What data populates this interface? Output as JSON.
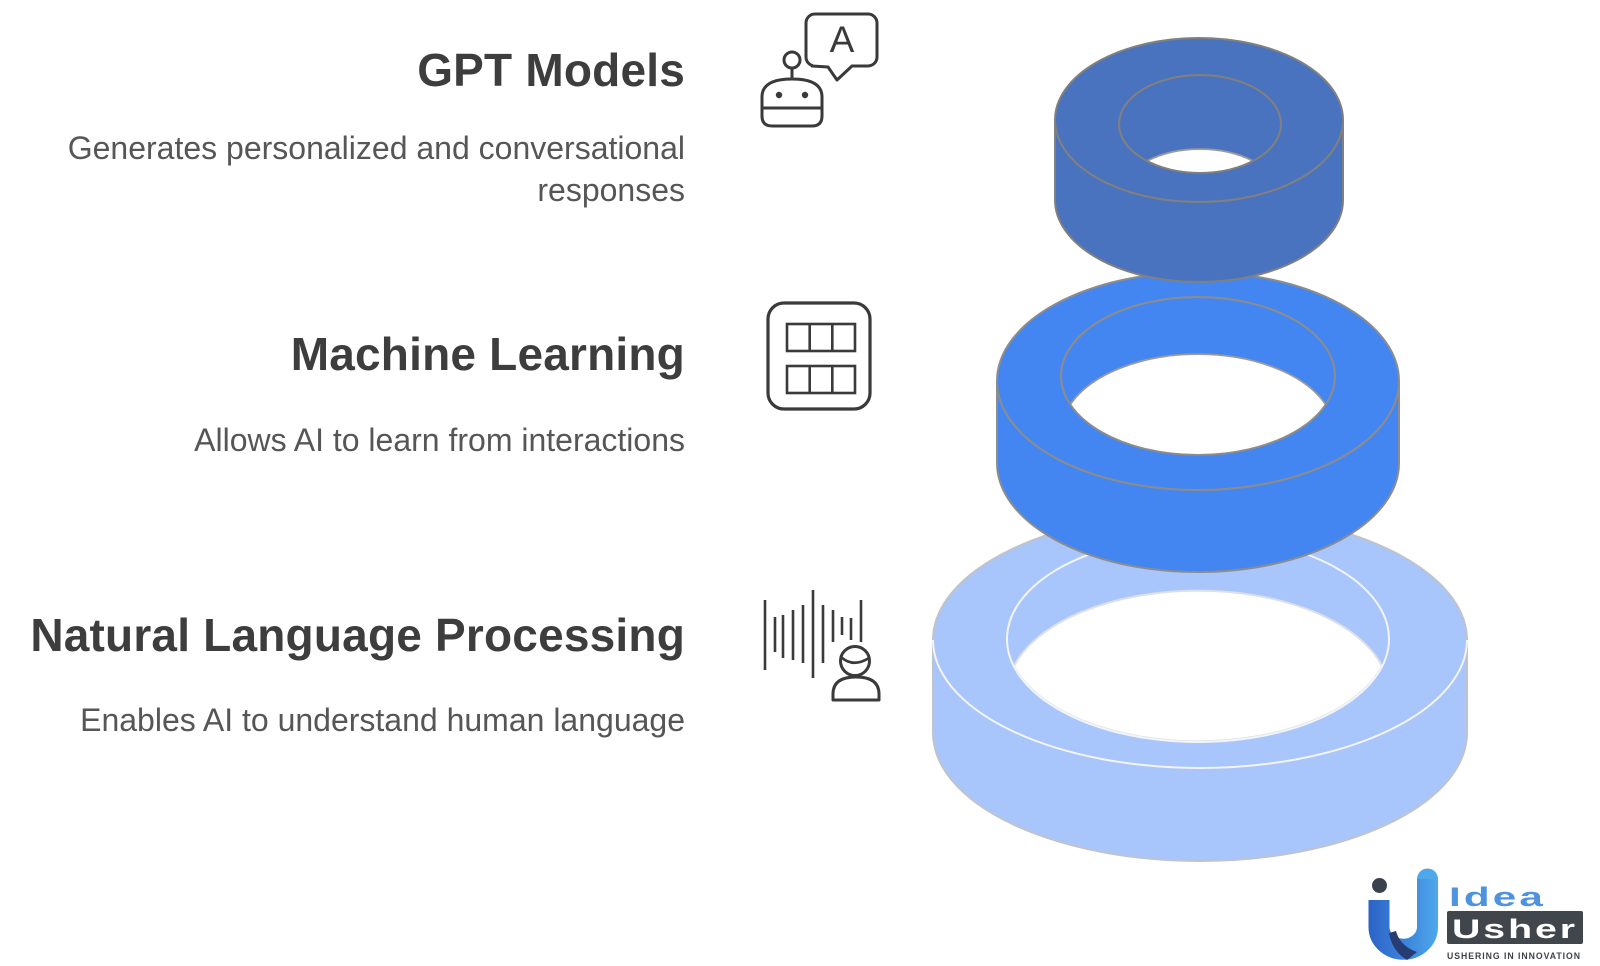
{
  "sections": [
    {
      "title": "GPT Models",
      "description": "Generates personalized and conversational responses",
      "icon": "chatbot-icon",
      "ring_color": "#4973BE"
    },
    {
      "title": "Machine Learning",
      "description": "Allows AI to learn from interactions",
      "icon": "machine-learning-grid-icon",
      "ring_color": "#4386F2"
    },
    {
      "title": "Natural Language Processing",
      "description": "Enables AI to understand human language",
      "icon": "voice-recognition-icon",
      "ring_color": "#A8C6FB"
    }
  ],
  "chatbot_bubble_letter": "A",
  "diagram": {
    "type": "stacked-3d-rings",
    "order_top_to_bottom": [
      "GPT Models",
      "Machine Learning",
      "Natural Language Processing"
    ],
    "outline_color": "#8C8C8C",
    "bottom_outline_color": "#BFC3CA"
  },
  "text_colors": {
    "title": "#3D3D3D",
    "description": "#565656",
    "icon_stroke": "#3A3A3A"
  },
  "logo": {
    "word_top": "Idea",
    "word_bottom": "Usher",
    "tagline": "USHERING IN INNOVATION",
    "colors": {
      "idea_blue": "#4E93DD",
      "usher_bar_bg": "#41464C",
      "usher_text": "#FFFFFF",
      "tagline_text": "#3E4247",
      "mark_dot": "#39424D",
      "mark_navy": "#263C72",
      "mark_blue_light": "#4FA8EC",
      "mark_blue_dark": "#2B63C6"
    }
  }
}
